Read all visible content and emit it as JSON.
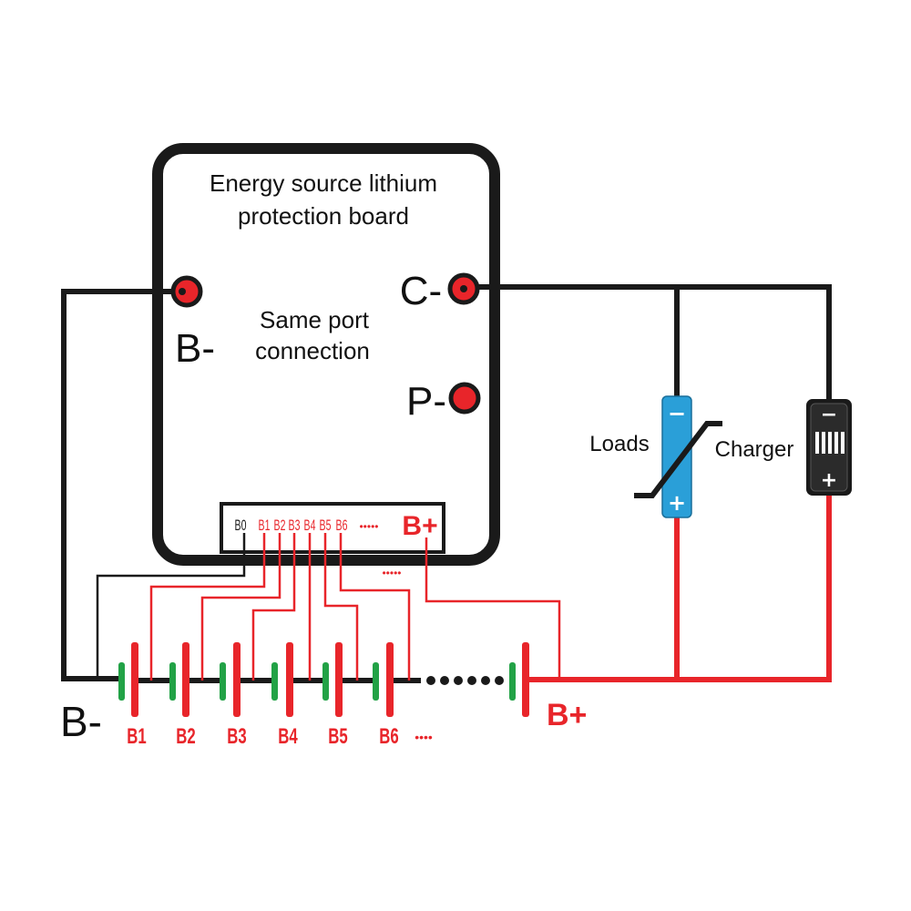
{
  "board": {
    "title_line1": "Energy source lithium",
    "title_line2": "protection board",
    "note_line1": "Same port",
    "note_line2": "connection",
    "port_bminus": "B-",
    "port_cminus": "C-",
    "port_pminus": "P-"
  },
  "connector": {
    "pins": [
      "B0",
      "B1",
      "B2",
      "B3",
      "B4",
      "B5",
      "B6"
    ],
    "ellipsis": "•••••",
    "bplus": "B+"
  },
  "loads_label": "Loads",
  "charger_label": "Charger",
  "load_component": {
    "minus": "−",
    "plus": "+"
  },
  "charger_component": {
    "minus": "−",
    "plus": "+"
  },
  "pack": {
    "bminus": "B-",
    "bplus": "B+",
    "cells": [
      "B1",
      "B2",
      "B3",
      "B4",
      "B5",
      "B6"
    ],
    "cells_more": "••••"
  },
  "colors": {
    "black_wire": "#1a1a1a",
    "red_wire": "#e8252a",
    "cell_positive": "#e8252a",
    "cell_negative": "#22a246",
    "load_body": "#2a9fd8",
    "port_fill": "#e8252a"
  }
}
